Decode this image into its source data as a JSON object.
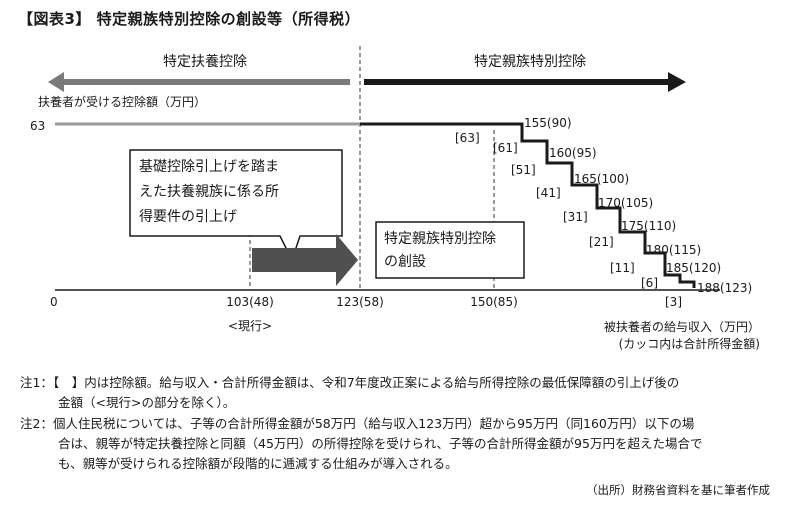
{
  "title": "【図表3】 特定親族特別控除の創設等（所得税）",
  "band_left": "特定扶養控除",
  "band_right": "特定親族特別控除",
  "y_axis_label": "扶養者が受ける控除額（万円）",
  "y_tick": "63",
  "origin": "0",
  "callout_text": [
    "基礎控除引上げを踏ま",
    "えた扶養親族に係る所",
    "得要件の引上げ"
  ],
  "box2_text": [
    "特定親族特別控除",
    "の創設"
  ],
  "x_labels": [
    "103(48)",
    "123(58)",
    "150(85)"
  ],
  "current_label": "<現行>",
  "x_axis_label": "被扶養者の給与収入（万円）",
  "x_axis_sub": "(カッコ内は合計所得金額)",
  "deductions": [
    "[63]",
    "[61]",
    "[51]",
    "[41]",
    "[31]",
    "[21]",
    "[11]",
    "[6]",
    "[3]"
  ],
  "income_labels": [
    "155(90)",
    "160(95)",
    "165(100)",
    "170(105)",
    "175(110)",
    "180(115)",
    "185(120)",
    "188(123)"
  ],
  "note1_line1": "注1：【　】内は控除額。給与収入・合計所得金額は、令和7年度改正案による給与所得控除の最低保障額の引上げ後の",
  "note1_line2": "金額（<現行>の部分を除く）。",
  "note2_line1": "注2：個人住民税については、子等の合計所得金額が58万円（給与収入123万円）超から95万円（同160万円）以下の場",
  "note2_line2": "合は、親等が特定扶養控除と同額（45万円）の所得控除を受けられ、子等の合計所得金額が95万円を超えた場合で",
  "note2_line3": "も、親等が受けられる控除額が段階的に逓減する仕組みが導入される。",
  "source": "（出所）財務省資料を基に筆者作成",
  "colors": {
    "step_line": "#1a1a1a",
    "flat_line": "#9a9a9a",
    "arrow_fill": "#505050",
    "band_arrow": "#3a3a3a"
  }
}
